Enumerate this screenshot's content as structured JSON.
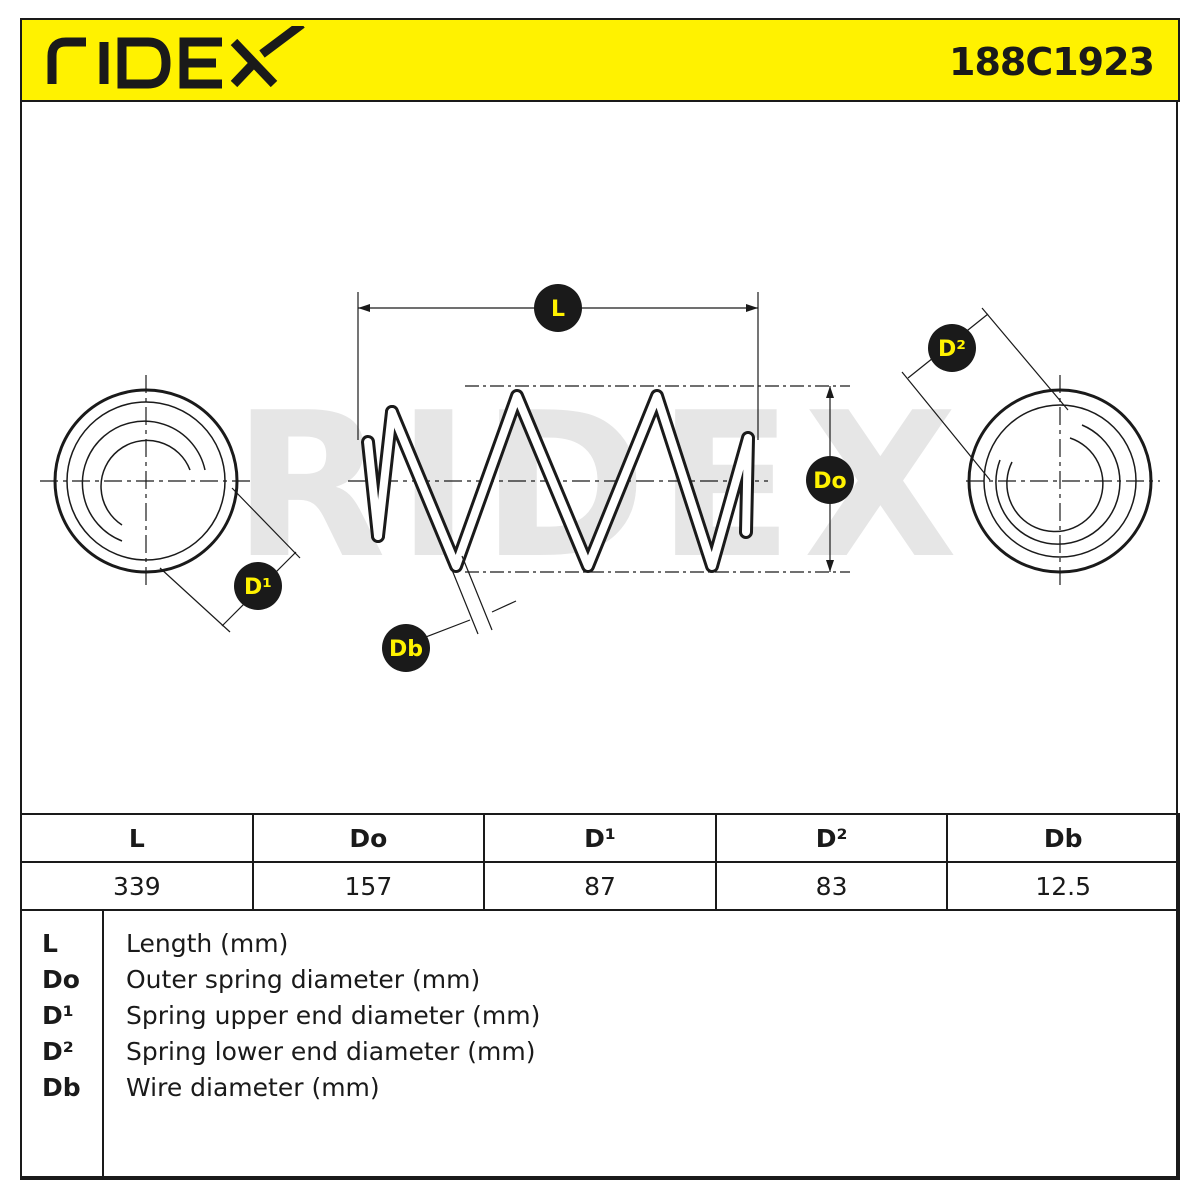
{
  "header": {
    "brand": "RIDEX",
    "part_number": "188C1923",
    "background_color": "#fff200"
  },
  "diagram": {
    "watermark": "RIDEX",
    "labels": {
      "L": "L",
      "Do": "Do",
      "D1": "D¹",
      "D2": "D²",
      "Db": "Db"
    }
  },
  "spec_table": {
    "headers": [
      "L",
      "Do",
      "D¹",
      "D²",
      "Db"
    ],
    "values": [
      "339",
      "157",
      "87",
      "83",
      "12.5"
    ]
  },
  "legend": [
    {
      "symbol": "L",
      "description": "Length (mm)"
    },
    {
      "symbol": "Do",
      "description": "Outer spring diameter (mm)"
    },
    {
      "symbol": "D¹",
      "description": "Spring upper end diameter (mm)"
    },
    {
      "symbol": "D²",
      "description": "Spring lower end diameter (mm)"
    },
    {
      "symbol": "Db",
      "description": "Wire diameter (mm)"
    }
  ]
}
